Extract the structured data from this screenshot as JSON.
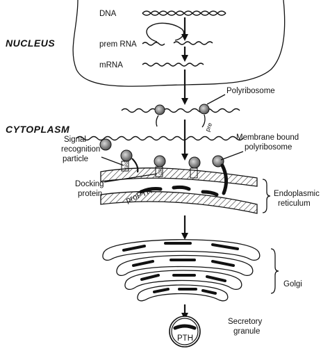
{
  "regions": {
    "nucleus": "NUCLEUS",
    "cytoplasm": "CYTOPLASM"
  },
  "labels": {
    "dna": "DNA",
    "prem_rna": "prem RNA",
    "mrna": "mRNA",
    "polyribosome": "Polyribosome",
    "pre": "pre",
    "membrane_bound_1": "Membrane bound",
    "membrane_bound_2": "polyribosome",
    "srp_1": "Signal",
    "srp_2": "recognition",
    "srp_3": "particle",
    "docking_1": "Docking",
    "docking_2": "protein",
    "propth": "proPTH",
    "er_1": "Endoplasmic",
    "er_2": "reticulum",
    "golgi": "Golgi",
    "pth": "PTH",
    "granule_1": "Secretory",
    "granule_2": "granule",
    "srp_tag": "SRP",
    "dp_tag": "DP"
  },
  "colors": {
    "ink": "#111111",
    "background": "#ffffff"
  }
}
